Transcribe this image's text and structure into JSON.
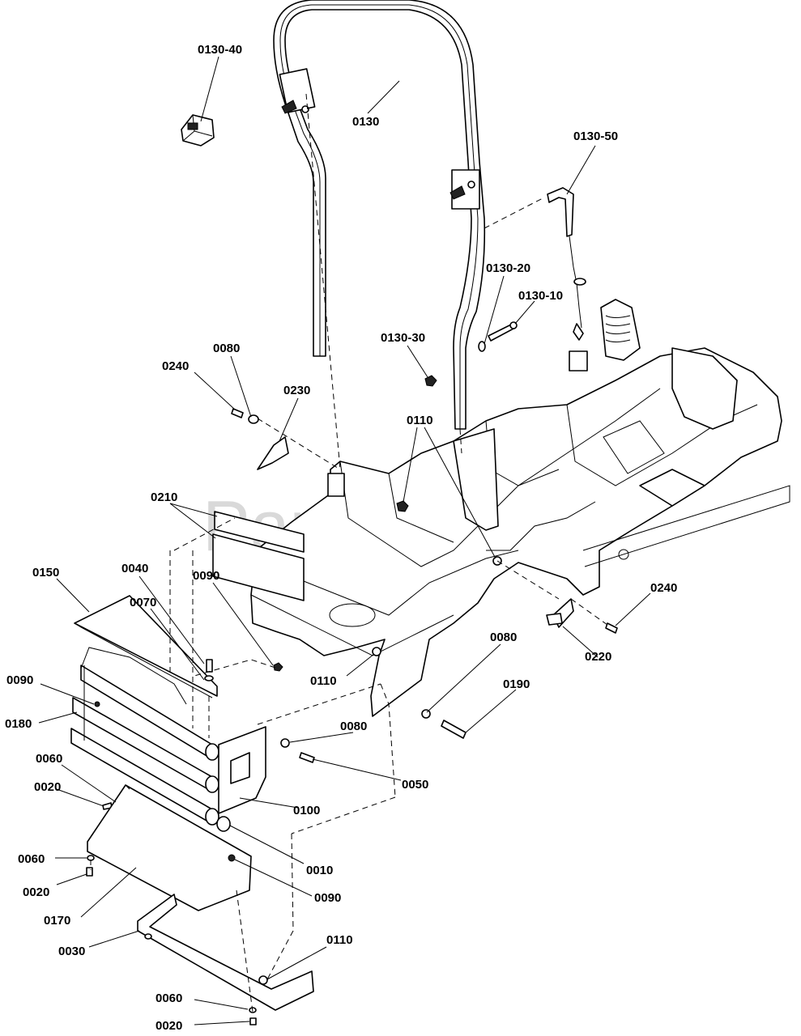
{
  "watermark": "PartsTree",
  "callouts": {
    "c0130_40": "0130-40",
    "c0130": "0130",
    "c0130_50": "0130-50",
    "c0130_20": "0130-20",
    "c0130_10": "0130-10",
    "c0130_30": "0130-30",
    "c0080_top": "0080",
    "c0240_left": "0240",
    "c0230": "0230",
    "c0110_top": "0110",
    "c0210": "0210",
    "c0150": "0150",
    "c0040": "0040",
    "c0070": "0070",
    "c0090_mid": "0090",
    "c0240_right": "0240",
    "c0220": "0220",
    "c0110_mid": "0110",
    "c0080_mid": "0080",
    "c0190": "0190",
    "c0090_left": "0090",
    "c0180": "0180",
    "c0080_low": "0080",
    "c0050": "0050",
    "c0060_a": "0060",
    "c0020_a": "0020",
    "c0100": "0100",
    "c0010": "0010",
    "c0060_b": "0060",
    "c0020_b": "0020",
    "c0090_low": "0090",
    "c0170": "0170",
    "c0030": "0030",
    "c0110_low": "0110",
    "c0060_c": "0060",
    "c0020_c": "0020"
  }
}
